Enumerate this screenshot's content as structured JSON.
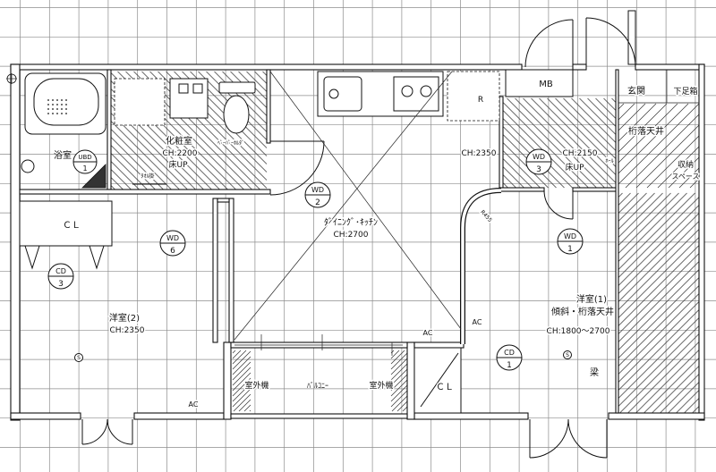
{
  "rooms": {
    "bath": {
      "label": "浴室",
      "unit": "UBD",
      "number": "1"
    },
    "washroom": {
      "label": "化粧室",
      "ch": "CH:2200",
      "floor": "床UP",
      "paper_holder": "ﾍﾟｰﾊﾟｰﾎﾙﾀﾞ",
      "towel_bar": "ﾀｵﾙ掛"
    },
    "dining_kitchen": {
      "label": "ﾀﾞｲﾆﾝｸﾞ･ｷｯﾁﾝ",
      "ch": "CH:2700",
      "kitchen_ch": "CH:2350",
      "fridge": "R"
    },
    "meter_box": {
      "label": "MB"
    },
    "entrance": {
      "label": "玄関",
      "shoe_cabinet": "下足箱",
      "ceiling": "桁落天井",
      "storage_line1": "収納",
      "storage_line2": "スペース"
    },
    "hall": {
      "label": "ﾎｰﾙ",
      "ch": "CH:2150",
      "floor": "床UP"
    },
    "western_room_2": {
      "label": "洋室(2)",
      "ch": "CH:2350",
      "closet": "ＣＬ"
    },
    "western_room_1": {
      "label": "洋室(1)",
      "ceiling": "傾斜・桁落天井",
      "ch": "CH:1800～2700",
      "beam": "梁",
      "closet": "ＣＬ"
    },
    "balcony": {
      "label": "ﾊﾞﾙｺﾆｰ",
      "outdoor_unit_left": "室外機",
      "outdoor_unit_right": "室外機"
    }
  },
  "tags": [
    {
      "type": "WD",
      "num": "2"
    },
    {
      "type": "WD",
      "num": "3"
    },
    {
      "type": "WD",
      "num": "6"
    },
    {
      "type": "WD",
      "num": "1"
    },
    {
      "type": "CD",
      "num": "3"
    },
    {
      "type": "CD",
      "num": "1"
    }
  ],
  "ac_units": [
    "AC",
    "AC",
    "AC"
  ],
  "sensors": [
    "S",
    "S"
  ],
  "curve_note": "R455",
  "colors": {
    "line": "#111111",
    "grid": "#8c8c8c",
    "hatch": "#333333",
    "background": "#ffffff"
  }
}
